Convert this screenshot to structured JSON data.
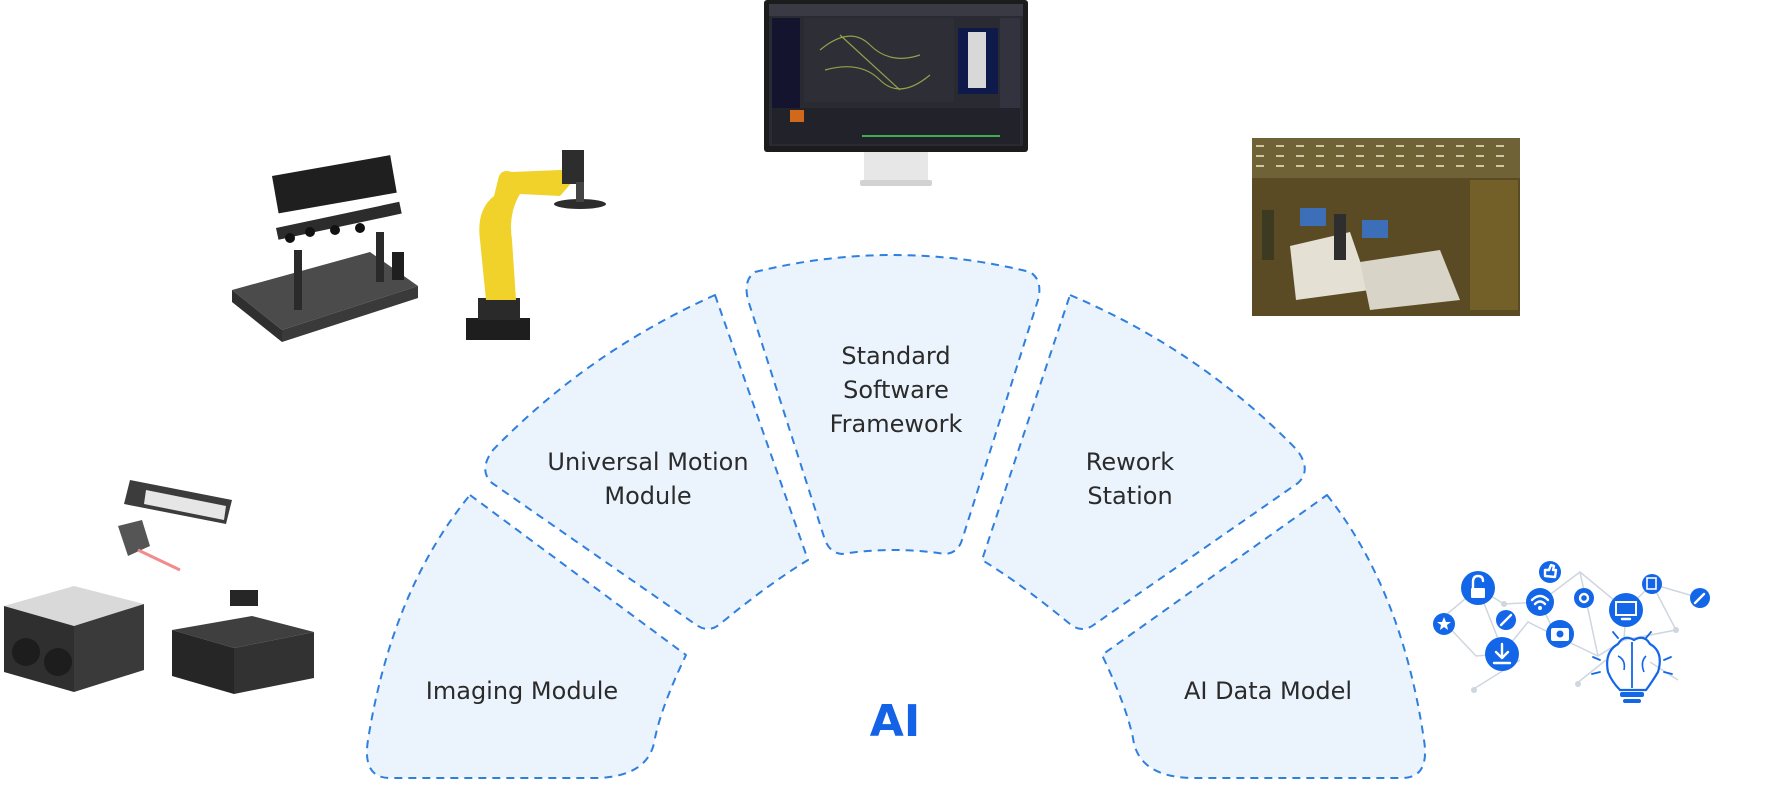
{
  "center_label": "AI",
  "segments": [
    {
      "id": "imaging",
      "lines": [
        "Imaging Module"
      ]
    },
    {
      "id": "motion",
      "lines": [
        "Universal Motion",
        "Module"
      ]
    },
    {
      "id": "software",
      "lines": [
        "Standard",
        "Software",
        "Framework"
      ]
    },
    {
      "id": "rework",
      "lines": [
        "Rework",
        "Station"
      ]
    },
    {
      "id": "ai-data",
      "lines": [
        "AI Data Model"
      ]
    }
  ],
  "colors": {
    "segment_fill": "#ebf4fd",
    "segment_border": "#2f7fdf",
    "accent": "#1463e6",
    "text": "#2b2b2b"
  },
  "illustrations": [
    "imaging-hardware-image",
    "gantry-fixture-image",
    "robot-arm-image",
    "software-monitor-image",
    "rework-station-photo",
    "ai-network-icons"
  ]
}
